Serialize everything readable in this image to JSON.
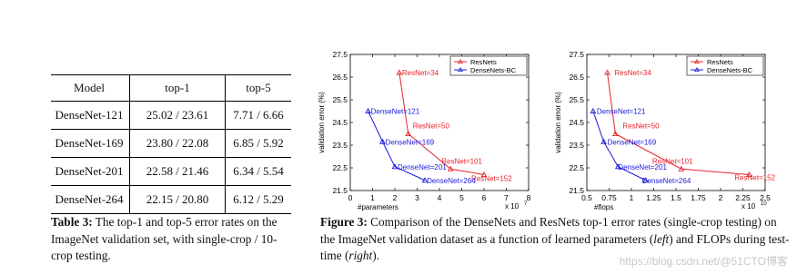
{
  "table": {
    "headers": [
      "Model",
      "top-1",
      "top-5"
    ],
    "rows": [
      [
        "DenseNet-121",
        "25.02 / 23.61",
        "7.71 / 6.66"
      ],
      [
        "DenseNet-169",
        "23.80 / 22.08",
        "6.85 / 5.92"
      ],
      [
        "DenseNet-201",
        "22.58 / 21.46",
        "6.34 / 5.54"
      ],
      [
        "DenseNet-264",
        "22.15 / 20.80",
        "6.12 / 5.29"
      ]
    ],
    "caption_label": "Table 3:",
    "caption_text": " The top-1 and top-5 error rates on the ImageNet validation set, with single-crop / 10-crop testing."
  },
  "figure_caption": {
    "label": "Figure 3:",
    "part1": " Comparison of the DenseNets and ResNets top-1 error rates (single-crop testing) on the ImageNet validation dataset as a function of learned parameters (",
    "left_word": "left",
    "part2": ") and FLOPs during test-time (",
    "right_word": "right",
    "part3": ")."
  },
  "watermark": "https://blog.csdn.net/@51CTO博客",
  "colors": {
    "resnet": "#e8232a",
    "densenet": "#1a1adb",
    "axis": "#000000"
  },
  "chart_data": [
    {
      "type": "line",
      "xlabel": "#parameters",
      "x_multiplier": "x 10",
      "x_multiplier_exp": "7",
      "ylabel": "validation error (%)",
      "xlim": [
        0,
        8
      ],
      "ylim": [
        21.5,
        27.5
      ],
      "xticks": [
        "0",
        "1",
        "2",
        "3",
        "4",
        "5",
        "6",
        "7",
        "8"
      ],
      "yticks": [
        "21.5",
        "22.5",
        "23.5",
        "24.5",
        "25.5",
        "26.5",
        "27.5"
      ],
      "legend_position": "top-right",
      "series": [
        {
          "name": "ResNets",
          "color": "#e8232a",
          "marker": "triangle",
          "x": [
            2.2,
            2.6,
            4.5,
            6.0
          ],
          "y": [
            26.7,
            24.0,
            22.45,
            22.2
          ],
          "labels": [
            "ResNet=34",
            "ResNet=50",
            "ResNet=101",
            "ResNet=152"
          ]
        },
        {
          "name": "DenseNets-BC",
          "color": "#1a1adb",
          "marker": "triangle",
          "x": [
            0.8,
            1.45,
            2.0,
            3.35
          ],
          "y": [
            25.0,
            23.65,
            22.55,
            21.95
          ],
          "labels": [
            "DenseNet=121",
            "DenseNet=169",
            "DenseNet=201",
            "DenseNet=264"
          ]
        }
      ]
    },
    {
      "type": "line",
      "xlabel": "#flops",
      "x_multiplier": "x 10",
      "x_multiplier_exp": "10",
      "ylabel": "validation error (%)",
      "xlim": [
        0.5,
        2.5
      ],
      "ylim": [
        21.5,
        27.5
      ],
      "xticks": [
        "0.5",
        "0.75",
        "1",
        "1.25",
        "1.5",
        "1.75",
        "2",
        "2.25",
        "2.5"
      ],
      "yticks": [
        "21.5",
        "22.5",
        "23.5",
        "24.5",
        "25.5",
        "26.5",
        "27.5"
      ],
      "legend_position": "top-right",
      "series": [
        {
          "name": "ResNets",
          "color": "#e8232a",
          "marker": "triangle",
          "x": [
            0.73,
            0.82,
            1.56,
            2.32
          ],
          "y": [
            26.7,
            24.0,
            22.45,
            22.2
          ],
          "labels": [
            "ResNet=34",
            "ResNet=50",
            "ResNet=101",
            "ResNet=152"
          ]
        },
        {
          "name": "DenseNets-BC",
          "color": "#1a1adb",
          "marker": "triangle",
          "x": [
            0.57,
            0.69,
            0.85,
            1.16
          ],
          "y": [
            25.0,
            23.65,
            22.55,
            21.95
          ],
          "labels": [
            "DenseNet=121",
            "DenseNet=169",
            "DenseNet=201",
            "DenseNet=264"
          ]
        }
      ]
    }
  ]
}
